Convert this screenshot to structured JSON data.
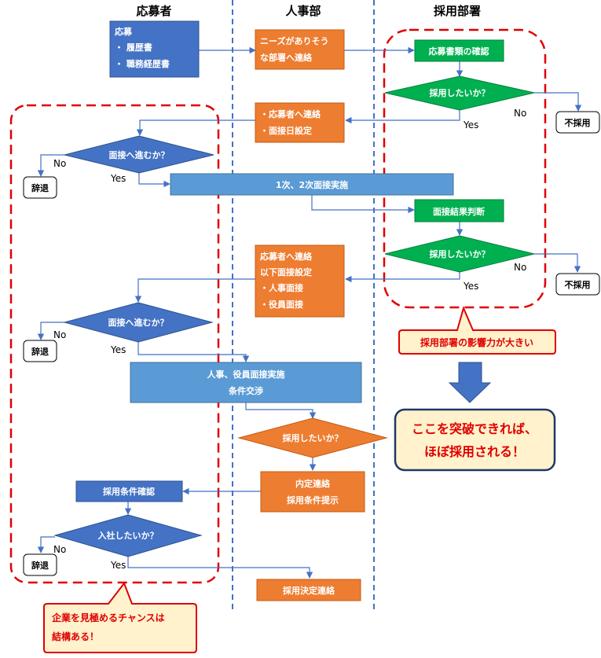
{
  "lanes": {
    "applicant": "応募者",
    "hr": "人事部",
    "hiring_dept": "採用部署"
  },
  "nodes": {
    "apply": [
      "応募",
      "・ 履歴書",
      "・ 職務経歴書"
    ],
    "hr_forward": [
      "ニーズがありそう",
      "な部署へ連絡"
    ],
    "doc_check": "応募書類の確認",
    "want_hire_1": "採用したいか？",
    "reject_1": "不採用",
    "hr_contact_1": [
      "・応募者へ連絡",
      "・面接日設定"
    ],
    "go_interview_1": "面接へ進むか？",
    "decline_1": "辞退",
    "interview_1_2": "1次、2次面接実施",
    "result_judge": "面接結果判断",
    "want_hire_2": "採用したいか？",
    "reject_2": "不採用",
    "hr_contact_2": [
      "応募者へ連絡",
      "以下面接設定",
      "・人事面接",
      "・役員面接"
    ],
    "go_interview_2": "面接へ進むか？",
    "decline_2": "辞退",
    "exec_interview": [
      "人事、役員面接実施",
      "条件交渉"
    ],
    "want_hire_3": "採用したいか？",
    "offer": [
      "内定連絡",
      "採用条件提示"
    ],
    "confirm_terms": "採用条件確認",
    "join": "入社したいか？",
    "decline_3": "辞退",
    "hire_decision": "採用決定連絡"
  },
  "edge_labels": {
    "no": "No",
    "yes": "Yes"
  },
  "callouts": {
    "dept_influence": "採用部署の影響力が大きい",
    "breakthrough": [
      "ここを突破できれば、",
      "ほぼ採用される！"
    ],
    "evaluate_company": [
      "企業を見極めるチャンスは",
      "結構ある！"
    ]
  },
  "colors": {
    "blue": "#4472c4",
    "light_blue": "#5b9bd5",
    "orange": "#ed7d31",
    "green": "#00b050",
    "red_dash": "#e00000",
    "callout_fill": "#fff2cc",
    "dark_border": "#203864"
  }
}
